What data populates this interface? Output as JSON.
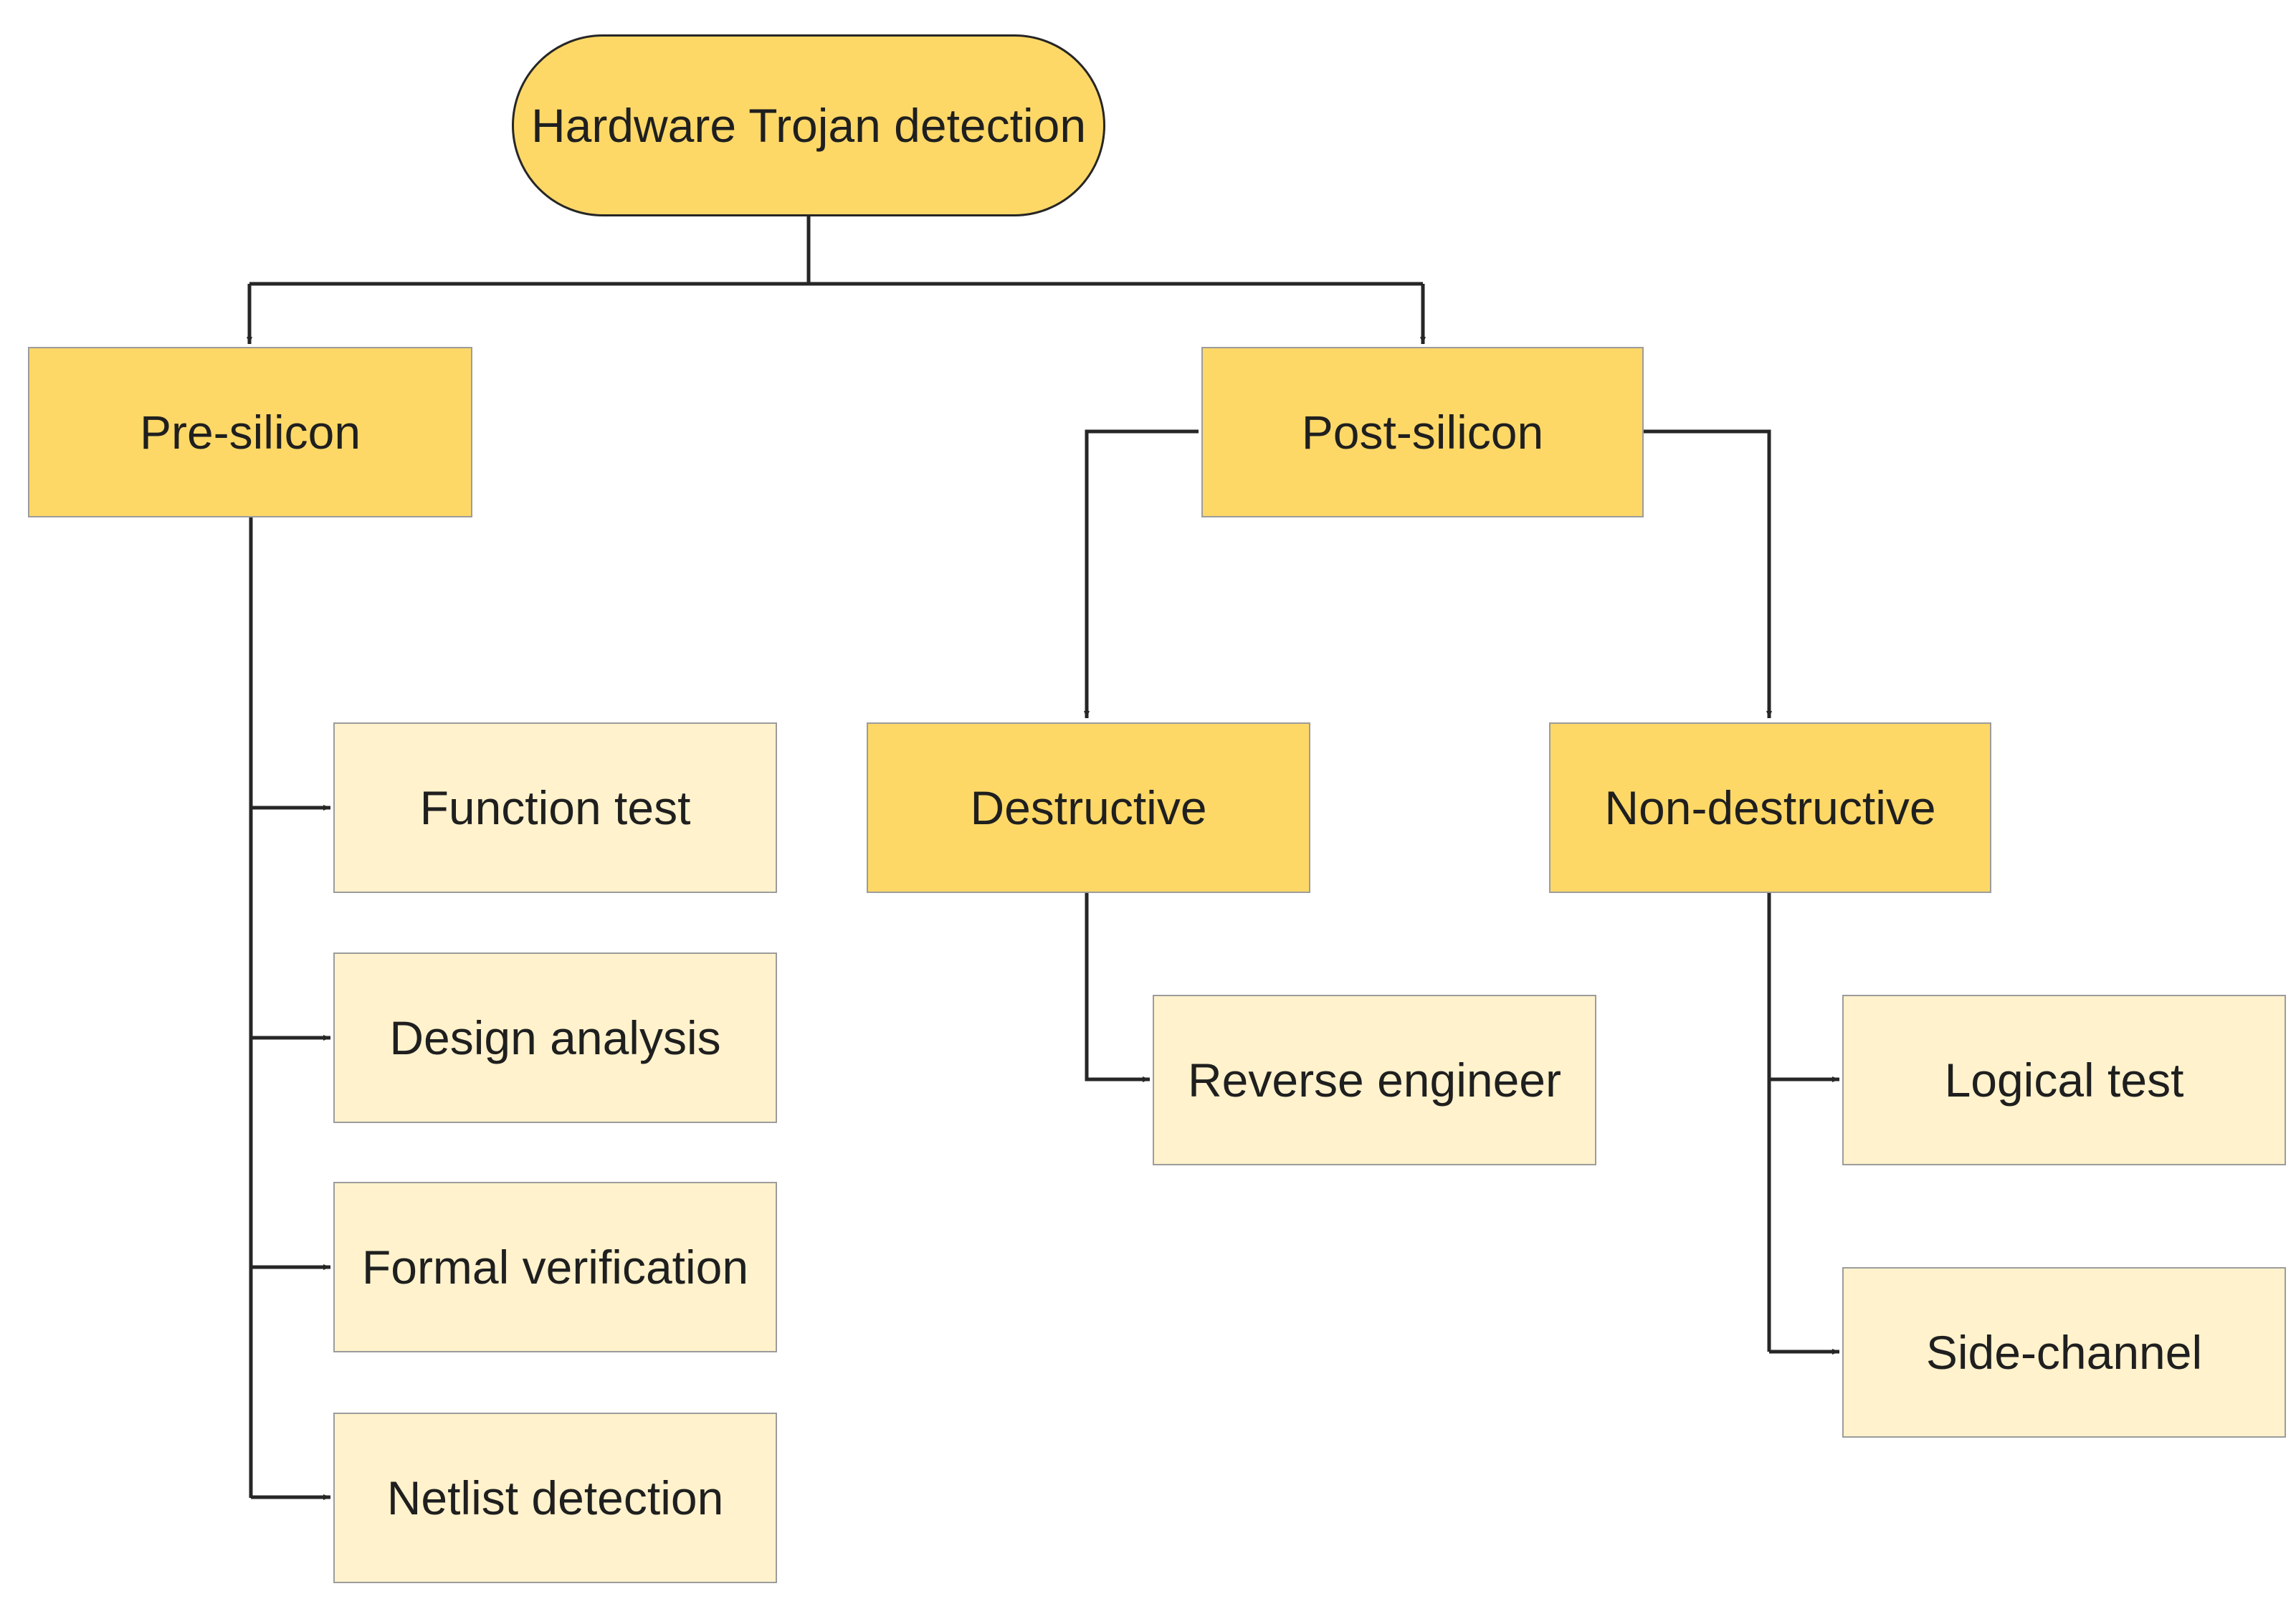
{
  "diagram": {
    "root": {
      "label": "Hardware Trojan detection"
    },
    "pre_silicon": {
      "label": "Pre-silicon",
      "children": [
        {
          "label": "Function test"
        },
        {
          "label": "Design analysis"
        },
        {
          "label": "Formal verification"
        },
        {
          "label": "Netlist detection"
        }
      ]
    },
    "post_silicon": {
      "label": "Post-silicon",
      "destructive": {
        "label": "Destructive",
        "children": [
          {
            "label": "Reverse engineer"
          }
        ]
      },
      "non_destructive": {
        "label": "Non-destructive",
        "children": [
          {
            "label": "Logical test"
          },
          {
            "label": "Side-channel"
          }
        ]
      }
    }
  },
  "colors": {
    "primary_fill": "#fdd867",
    "secondary_fill": "#fff2cc",
    "box_border": "#9c9c9c",
    "connector": "#262626",
    "text": "#1f1f1f"
  }
}
